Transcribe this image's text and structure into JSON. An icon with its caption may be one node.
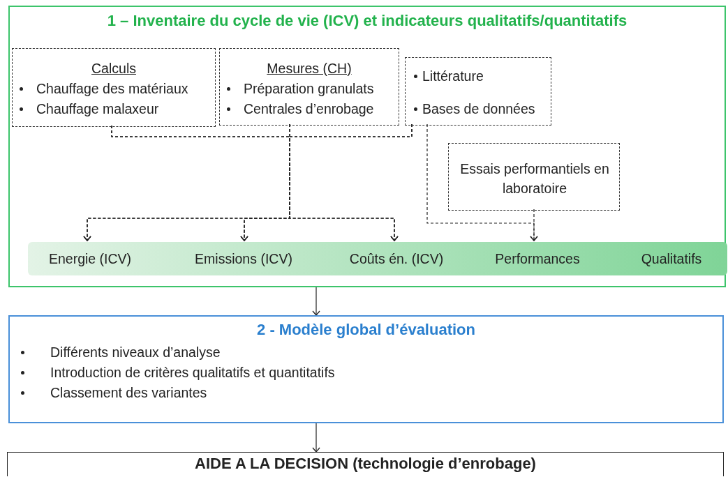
{
  "diagram": {
    "nodes": [
      {
        "text": [
          "1 – Inventaire du cycle de vie (ICV) et indicateurs qualitatifs/quantitatifs"
        ]
      },
      {
        "text": [
          "Calculs",
          "Chauffage des matériaux",
          "Chauffage malaxeur"
        ],
        "in": 0
      },
      {
        "text": [
          "Mesures (CH)",
          "Préparation granulats",
          "Centrales d’enrobage"
        ],
        "in": 0
      },
      {
        "text": [
          "Littérature",
          "Bases de données"
        ],
        "in": 0
      },
      {
        "text": [
          "Essais performantiels en laboratoire"
        ],
        "in": 0
      },
      {
        "text": [],
        "shape": "bar",
        "in": 0
      },
      {
        "text": [
          "Energie (ICV)"
        ],
        "in": 5
      },
      {
        "text": [
          "Emissions (ICV)"
        ],
        "in": 5
      },
      {
        "text": [
          "Coûts én. (ICV)"
        ],
        "in": 5
      },
      {
        "text": [
          "Performances"
        ],
        "in": 5
      },
      {
        "text": [
          "Qualitatifs"
        ],
        "in": 5
      },
      {
        "text": [
          "2 - Modèle global d’évaluation",
          "Différents niveaux d’analyse",
          "Introduction de critères qualitatifs et quantitatifs",
          "Classement des variantes"
        ]
      },
      {
        "text": [
          "AIDE A LA DECISION (technologie d’enrobage)"
        ]
      }
    ],
    "edges": [
      {
        "from": 1,
        "to": 6,
        "arrow": "to",
        "style": "dashed"
      },
      {
        "from": 1,
        "to": 7,
        "arrow": "to",
        "style": "dashed"
      },
      {
        "from": 1,
        "to": 8,
        "arrow": "to",
        "style": "dashed"
      },
      {
        "from": 2,
        "to": 6,
        "arrow": "to",
        "style": "dashed"
      },
      {
        "from": 2,
        "to": 7,
        "arrow": "to",
        "style": "dashed"
      },
      {
        "from": 2,
        "to": 8,
        "arrow": "to",
        "style": "dashed"
      },
      {
        "from": 3,
        "to": 6,
        "arrow": "to",
        "style": "dashed"
      },
      {
        "from": 3,
        "to": 7,
        "arrow": "to",
        "style": "dashed"
      },
      {
        "from": 3,
        "to": 8,
        "arrow": "to",
        "style": "dashed"
      },
      {
        "from": 3,
        "to": 9,
        "arrow": "to",
        "style": "dashed"
      },
      {
        "from": 4,
        "to": 9,
        "arrow": "to",
        "style": "dashed"
      },
      {
        "from": 0,
        "to": 11,
        "arrow": "to"
      },
      {
        "from": 11,
        "to": 12,
        "arrow": "to"
      }
    ]
  }
}
